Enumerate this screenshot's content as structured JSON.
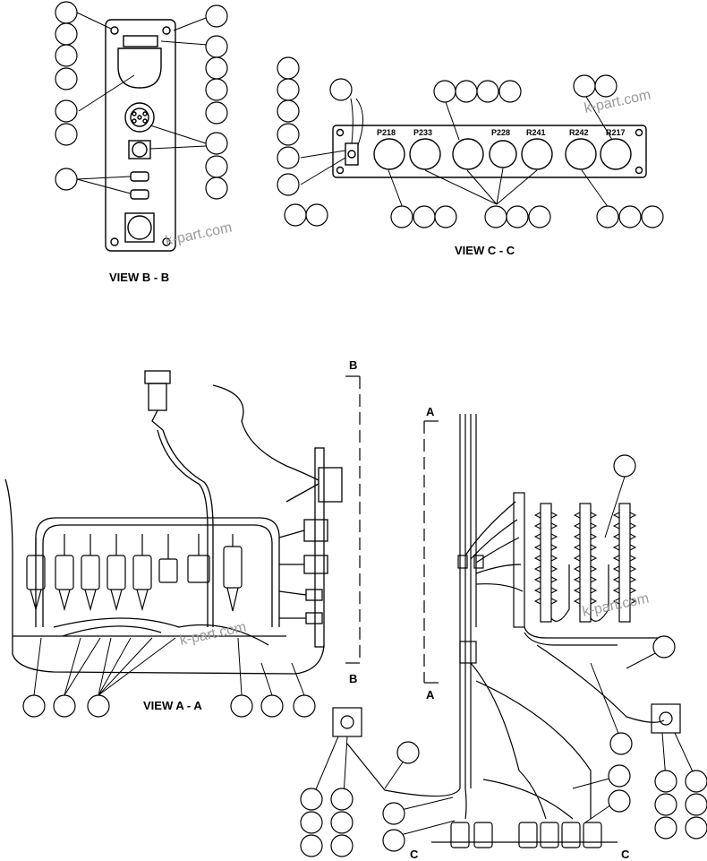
{
  "views": {
    "b": {
      "title": "VIEW B - B"
    },
    "c": {
      "title": "VIEW C - C"
    },
    "a": {
      "title": "VIEW A - A"
    }
  },
  "section_markers": {
    "b": "B",
    "a": "A",
    "c": "C"
  },
  "connector_labels": [
    "P218",
    "P233",
    "P228",
    "R241",
    "R242",
    "R217"
  ],
  "watermark": "k-part.com"
}
